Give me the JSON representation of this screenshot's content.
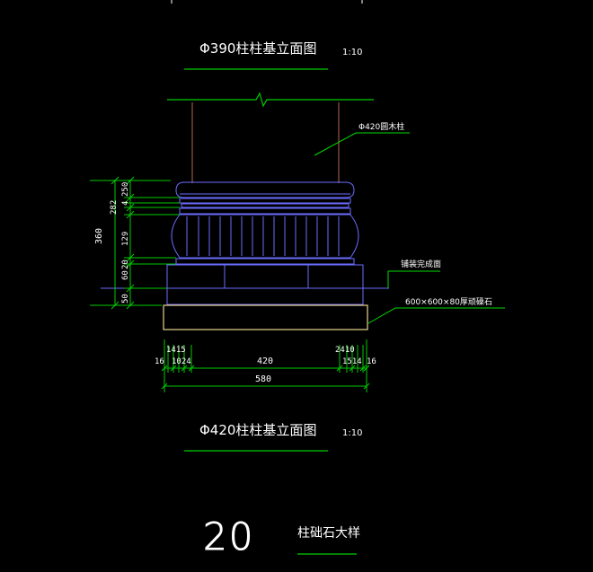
{
  "drawing": {
    "top_title": "Φ390柱柱基立面图",
    "top_scale": "1:10",
    "mid_title": "Φ420柱柱基立面图",
    "mid_scale": "1:10",
    "detail_number": "20",
    "detail_title": "柱础石大样"
  },
  "annotations": {
    "column": "Φ420圆木柱",
    "pavement": "铺装完成面",
    "stone": "600×600×80厚顽磉石"
  },
  "dims_vertical": {
    "total": "360",
    "d_282": "282",
    "d_4": "4",
    "d_250": "250",
    "d_129": "129",
    "d_20": "20",
    "d_60": "60",
    "d_50": "50"
  },
  "dims_horizontal": {
    "left_1415": "1415",
    "left_16": "16",
    "left_1024": "1024",
    "center_420": "420",
    "right_2410": "2410",
    "right_1514": "1514",
    "right_16": "16",
    "total_580": "580"
  },
  "colors": {
    "column": "#6b6bff",
    "base": "#5d5dff",
    "dimension": "#00cc00",
    "leader": "#00dd00",
    "stone": "#e8d58c",
    "text": "#ffffff",
    "accent_red": "#ff5555"
  }
}
